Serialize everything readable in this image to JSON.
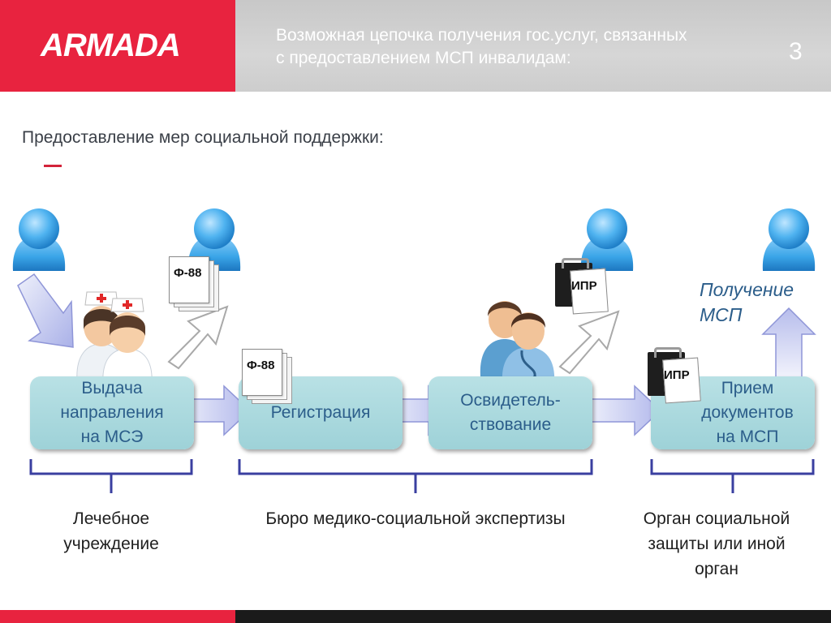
{
  "header": {
    "logo": "ARMADA",
    "title_line1": "Возможная цепочка получения гос.услуг, связанных",
    "title_line2": "с предоставлением МСП инвалидам:",
    "slide_number": "3"
  },
  "subtitle": "Предоставление мер социальной поддержки:",
  "stages": [
    {
      "line1": "Выдача",
      "line2": "направления",
      "line3": "на МСЭ"
    },
    {
      "line1": "Регистрация"
    },
    {
      "line1": "Освидетель-",
      "line2": "ствование"
    },
    {
      "line1": "Прием",
      "line2": "документов",
      "line3": "на МСП"
    }
  ],
  "documents": {
    "f88_label": "Ф-88",
    "ipr_label": "ИПР"
  },
  "result": {
    "line1": "Получение",
    "line2": "МСП"
  },
  "captions": [
    {
      "line1": "Лечебное",
      "line2": "учреждение"
    },
    {
      "line1": "Бюро медико-социальной экспертизы"
    },
    {
      "line1": "Орган социальной",
      "line2": "защиты или иной",
      "line3": "орган"
    }
  ],
  "colors": {
    "brand_red": "#e8233f",
    "stage_fill": "#a8d8de",
    "stage_text": "#2b5d8a",
    "bracket": "#3a3fa0",
    "person_blue": "#3aa5e8"
  }
}
